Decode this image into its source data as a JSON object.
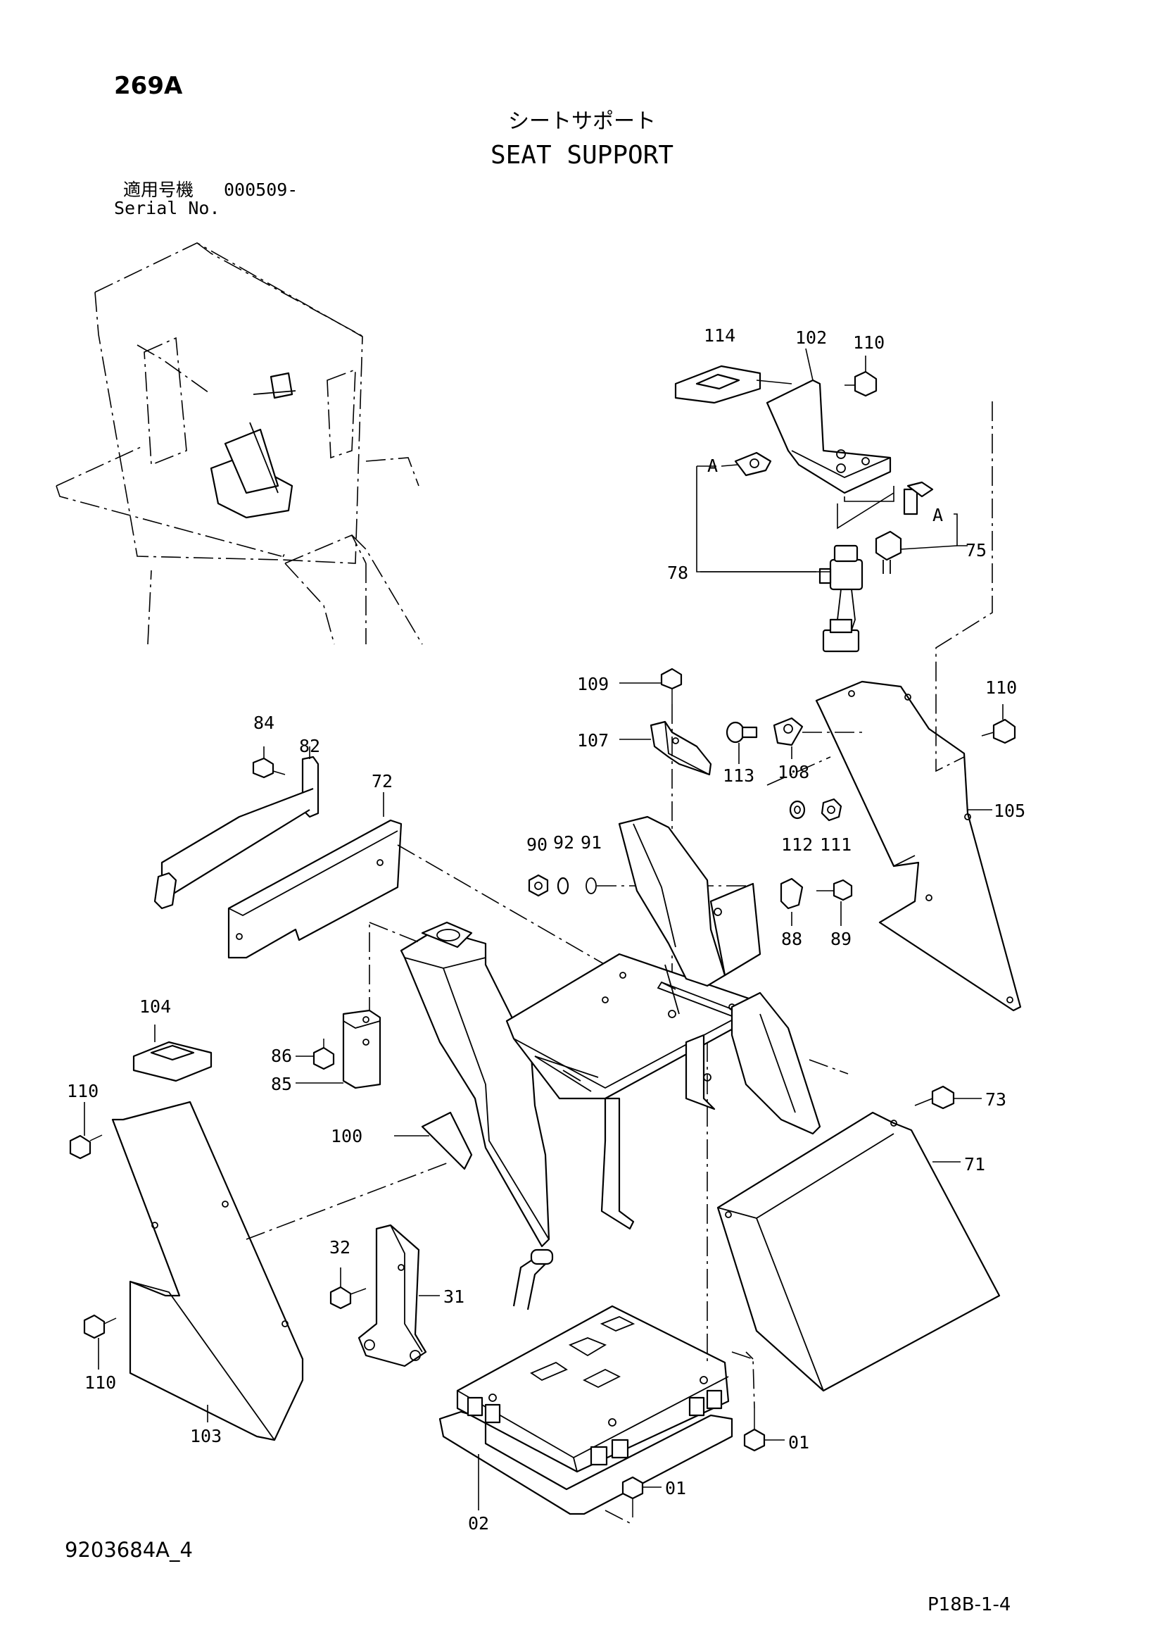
{
  "header": {
    "page_number": "269A",
    "title_jp": "シートサポート",
    "title_en": "SEAT SUPPORT",
    "serial_label_jp": "適用号機",
    "serial_value": "000509-",
    "serial_label_en": "Serial No."
  },
  "footer": {
    "drawing_number": "9203684A_4",
    "page_code": "P18B-1-4"
  },
  "callouts": {
    "c114": "114",
    "c102": "102",
    "c110a": "110",
    "cA1": "A",
    "cA2": "A",
    "c75": "75",
    "c78": "78",
    "c109": "109",
    "c107": "107",
    "c113": "113",
    "c108": "108",
    "c110b": "110",
    "c105": "105",
    "c112": "112",
    "c111": "111",
    "c84": "84",
    "c82": "82",
    "c72": "72",
    "c90": "90",
    "c92": "92",
    "c91": "91",
    "c88": "88",
    "c89": "89",
    "c104": "104",
    "c86": "86",
    "c85": "85",
    "c110c": "110",
    "c100": "100",
    "c73": "73",
    "c71": "71",
    "c32": "32",
    "c31": "31",
    "c110d": "110",
    "c103": "103",
    "c01a": "01",
    "c01b": "01",
    "c02": "02"
  }
}
